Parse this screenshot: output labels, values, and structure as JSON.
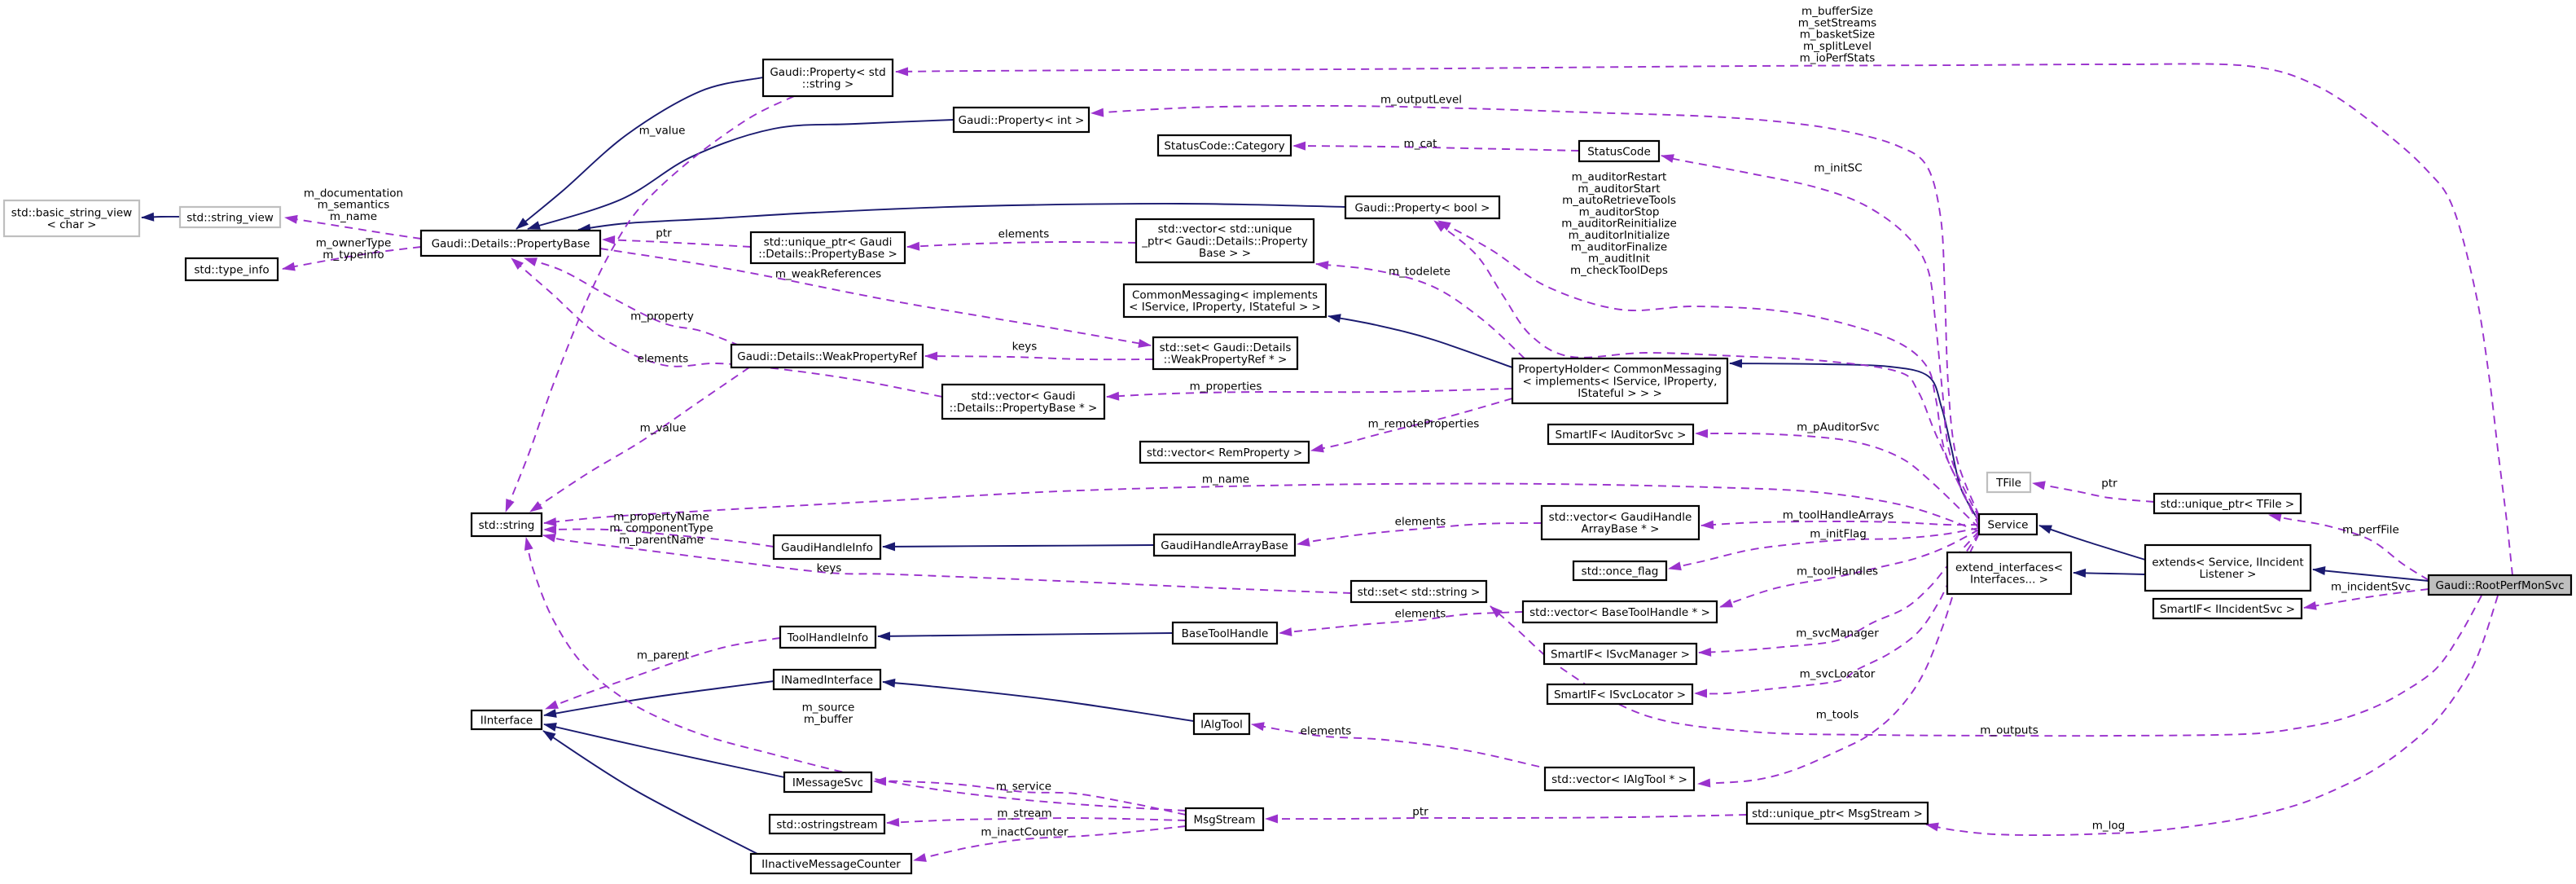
{
  "diagram": {
    "kind": "class-collaboration-graph",
    "main_class": "Gaudi::RootPerfMonSvc",
    "colors": {
      "inheritance_edge": "#1a1a70",
      "usage_edge": "#9a32cd",
      "node_border": "#000000",
      "external_node_border": "#bfbfbf",
      "main_node_fill": "#bfbfbf",
      "background": "#ffffff"
    }
  },
  "nodes": [
    {
      "id": "basic-string-view",
      "label": "std::basic_string_view < char >",
      "lines": [
        "std::basic_string_view",
        "< char >"
      ],
      "style": "external"
    },
    {
      "id": "string-view",
      "label": "std::string_view",
      "lines": [
        "std::string_view"
      ],
      "style": "external"
    },
    {
      "id": "type-info",
      "label": "std::type_info",
      "lines": [
        "std::type_info"
      ],
      "style": "class"
    },
    {
      "id": "property-base",
      "label": "Gaudi::Details::PropertyBase",
      "lines": [
        "Gaudi::Details::PropertyBase"
      ],
      "style": "class"
    },
    {
      "id": "property-string",
      "label": "Gaudi::Property< std ::string >",
      "lines": [
        "Gaudi::Property< std",
        "::string >"
      ],
      "style": "class"
    },
    {
      "id": "property-int",
      "label": "Gaudi::Property< int >",
      "lines": [
        "Gaudi::Property< int >"
      ],
      "style": "class"
    },
    {
      "id": "statuscode-category",
      "label": "StatusCode::Category",
      "lines": [
        "StatusCode::Category"
      ],
      "style": "class"
    },
    {
      "id": "statuscode",
      "label": "StatusCode",
      "lines": [
        "StatusCode"
      ],
      "style": "class"
    },
    {
      "id": "property-bool",
      "label": "Gaudi::Property< bool >",
      "lines": [
        "Gaudi::Property< bool >"
      ],
      "style": "class"
    },
    {
      "id": "unique-ptr-propertybase",
      "label": "std::unique_ptr< Gaudi ::Details::PropertyBase >",
      "lines": [
        "std::unique_ptr< Gaudi",
        "::Details::PropertyBase >"
      ],
      "style": "class"
    },
    {
      "id": "vector-unique-ptr-propertybase",
      "label": "std::vector< std::unique _ptr< Gaudi::Details::Property Base > >",
      "lines": [
        "std::vector< std::unique",
        "_ptr< Gaudi::Details::Property",
        "Base > >"
      ],
      "style": "class"
    },
    {
      "id": "common-messaging",
      "label": "CommonMessaging< implements < IService, IProperty, IStateful > >",
      "lines": [
        "CommonMessaging< implements",
        "< IService, IProperty, IStateful > >"
      ],
      "style": "class"
    },
    {
      "id": "weak-property-ref",
      "label": "Gaudi::Details::WeakPropertyRef",
      "lines": [
        "Gaudi::Details::WeakPropertyRef"
      ],
      "style": "class"
    },
    {
      "id": "set-weak-property-ref",
      "label": "std::set< Gaudi::Details ::WeakPropertyRef * >",
      "lines": [
        "std::set< Gaudi::Details",
        "::WeakPropertyRef * >"
      ],
      "style": "class"
    },
    {
      "id": "property-holder",
      "label": "PropertyHolder< CommonMessaging < implements< IService, IProperty, IStateful > > >",
      "lines": [
        "PropertyHolder< CommonMessaging",
        "< implements< IService, IProperty,",
        "IStateful > > >"
      ],
      "style": "class"
    },
    {
      "id": "vector-propertybase",
      "label": "std::vector< Gaudi ::Details::PropertyBase * >",
      "lines": [
        "std::vector< Gaudi",
        "::Details::PropertyBase * >"
      ],
      "style": "class"
    },
    {
      "id": "smartif-iauditorsvc",
      "label": "SmartIF< IAuditorSvc >",
      "lines": [
        "SmartIF< IAuditorSvc >"
      ],
      "style": "class"
    },
    {
      "id": "vector-remproperty",
      "label": "std::vector< RemProperty >",
      "lines": [
        "std::vector< RemProperty >"
      ],
      "style": "class"
    },
    {
      "id": "std-string",
      "label": "std::string",
      "lines": [
        "std::string"
      ],
      "style": "class"
    },
    {
      "id": "gaudi-handle-info",
      "label": "GaudiHandleInfo",
      "lines": [
        "GaudiHandleInfo"
      ],
      "style": "class"
    },
    {
      "id": "gaudi-handle-array-base",
      "label": "GaudiHandleArrayBase",
      "lines": [
        "GaudiHandleArrayBase"
      ],
      "style": "class"
    },
    {
      "id": "vector-gaudihandlearraybase",
      "label": "std::vector< GaudiHandle ArrayBase * >",
      "lines": [
        "std::vector< GaudiHandle",
        "ArrayBase * >"
      ],
      "style": "class"
    },
    {
      "id": "once-flag",
      "label": "std::once_flag",
      "lines": [
        "std::once_flag"
      ],
      "style": "class"
    },
    {
      "id": "set-string",
      "label": "std::set< std::string >",
      "lines": [
        "std::set< std::string >"
      ],
      "style": "class"
    },
    {
      "id": "tool-handle-info",
      "label": "ToolHandleInfo",
      "lines": [
        "ToolHandleInfo"
      ],
      "style": "class"
    },
    {
      "id": "base-tool-handle",
      "label": "BaseToolHandle",
      "lines": [
        "BaseToolHandle"
      ],
      "style": "class"
    },
    {
      "id": "vector-basetoolhandle",
      "label": "std::vector< BaseToolHandle * >",
      "lines": [
        "std::vector< BaseToolHandle * >"
      ],
      "style": "class"
    },
    {
      "id": "inamed-interface",
      "label": "INamedInterface",
      "lines": [
        "INamedInterface"
      ],
      "style": "class"
    },
    {
      "id": "iinterface",
      "label": "IInterface",
      "lines": [
        "IInterface"
      ],
      "style": "class"
    },
    {
      "id": "ialgtool",
      "label": "IAlgTool",
      "lines": [
        "IAlgTool"
      ],
      "style": "class"
    },
    {
      "id": "smartif-isvcmanager",
      "label": "SmartIF< ISvcManager >",
      "lines": [
        "SmartIF< ISvcManager >"
      ],
      "style": "class"
    },
    {
      "id": "smartif-isvclocator",
      "label": "SmartIF< ISvcLocator >",
      "lines": [
        "SmartIF< ISvcLocator >"
      ],
      "style": "class"
    },
    {
      "id": "imessagesvc",
      "label": "IMessageSvc",
      "lines": [
        "IMessageSvc"
      ],
      "style": "class"
    },
    {
      "id": "ostringstream",
      "label": "std::ostringstream",
      "lines": [
        "std::ostringstream"
      ],
      "style": "class"
    },
    {
      "id": "iinactive-message-counter",
      "label": "IInactiveMessageCounter",
      "lines": [
        "IInactiveMessageCounter"
      ],
      "style": "class"
    },
    {
      "id": "msgstream",
      "label": "MsgStream",
      "lines": [
        "MsgStream"
      ],
      "style": "class"
    },
    {
      "id": "vector-ialgtool",
      "label": "std::vector< IAlgTool * >",
      "lines": [
        "std::vector< IAlgTool * >"
      ],
      "style": "class"
    },
    {
      "id": "unique-ptr-msgstream",
      "label": "std::unique_ptr< MsgStream >",
      "lines": [
        "std::unique_ptr< MsgStream >"
      ],
      "style": "class"
    },
    {
      "id": "tfile",
      "label": "TFile",
      "lines": [
        "TFile"
      ],
      "style": "external"
    },
    {
      "id": "unique-ptr-tfile",
      "label": "std::unique_ptr< TFile >",
      "lines": [
        "std::unique_ptr< TFile >"
      ],
      "style": "class"
    },
    {
      "id": "service",
      "label": "Service",
      "lines": [
        "Service"
      ],
      "style": "class"
    },
    {
      "id": "extend-interfaces",
      "label": "extend_interfaces< Interfaces... >",
      "lines": [
        "extend_interfaces<",
        "Interfaces... >"
      ],
      "style": "class"
    },
    {
      "id": "extends-service-iincidentlistener",
      "label": "extends< Service, IIncident Listener >",
      "lines": [
        "extends< Service, IIncident",
        "Listener >"
      ],
      "style": "class"
    },
    {
      "id": "smartif-iincidentsvc",
      "label": "SmartIF< IIncidentSvc >",
      "lines": [
        "SmartIF< IIncidentSvc >"
      ],
      "style": "class"
    },
    {
      "id": "root-perf-mon-svc",
      "label": "Gaudi::RootPerfMonSvc",
      "lines": [
        "Gaudi::RootPerfMonSvc"
      ],
      "style": "highlighted"
    }
  ],
  "edges": [
    {
      "id": "stringview-to-basicstringview",
      "from": "string-view",
      "to": "basic-string-view",
      "relation": "inherits",
      "labels": []
    },
    {
      "id": "propertystring-to-propertybase",
      "from": "property-string",
      "to": "property-base",
      "relation": "inherits",
      "labels": []
    },
    {
      "id": "propertyint-to-propertybase",
      "from": "property-int",
      "to": "property-base",
      "relation": "inherits",
      "labels": []
    },
    {
      "id": "propertybool-to-propertybase",
      "from": "property-bool",
      "to": "property-base",
      "relation": "inherits",
      "labels": []
    },
    {
      "id": "propertyholder-to-commonmessaging",
      "from": "property-holder",
      "to": "common-messaging",
      "relation": "inherits",
      "labels": []
    },
    {
      "id": "service-to-propertyholder",
      "from": "service",
      "to": "property-holder",
      "relation": "inherits",
      "labels": []
    },
    {
      "id": "gaudihandlearraybase-to-gaudihandleinfo",
      "from": "gaudi-handle-array-base",
      "to": "gaudi-handle-info",
      "relation": "inherits",
      "labels": []
    },
    {
      "id": "basetoolhandle-to-toolhandleinfo",
      "from": "base-tool-handle",
      "to": "tool-handle-info",
      "relation": "inherits",
      "labels": []
    },
    {
      "id": "ialgtool-to-inamedinterface",
      "from": "ialgtool",
      "to": "inamed-interface",
      "relation": "inherits",
      "labels": []
    },
    {
      "id": "inamedinterface-to-iinterface",
      "from": "inamed-interface",
      "to": "iinterface",
      "relation": "inherits",
      "labels": []
    },
    {
      "id": "imessagesvc-to-iinterface",
      "from": "imessagesvc",
      "to": "iinterface",
      "relation": "inherits",
      "labels": []
    },
    {
      "id": "iinactivemessagecounter-to-iinterface",
      "from": "iinactive-message-counter",
      "to": "iinterface",
      "relation": "inherits",
      "labels": []
    },
    {
      "id": "extends-to-service",
      "from": "extends-service-iincidentlistener",
      "to": "service",
      "relation": "inherits",
      "labels": []
    },
    {
      "id": "extends-to-extendinterfaces",
      "from": "extends-service-iincidentlistener",
      "to": "extend-interfaces",
      "relation": "inherits",
      "labels": []
    },
    {
      "id": "rootperfmonsvc-to-extends",
      "from": "root-perf-mon-svc",
      "to": "extends-service-iincidentlistener",
      "relation": "inherits",
      "labels": []
    },
    {
      "id": "propertybase-to-stringview",
      "from": "property-base",
      "to": "string-view",
      "relation": "uses",
      "labels": [
        "m_documentation",
        "m_semantics",
        "m_name"
      ]
    },
    {
      "id": "propertybase-to-typeinfo",
      "from": "property-base",
      "to": "type-info",
      "relation": "uses",
      "labels": [
        "m_ownerType",
        "m_typeinfo"
      ]
    },
    {
      "id": "uniqueptrpb-to-propertybase",
      "from": "unique-ptr-propertybase",
      "to": "property-base",
      "relation": "uses",
      "labels": [
        "ptr"
      ]
    },
    {
      "id": "vectoruniqueptr-to-uniqueptr",
      "from": "vector-unique-ptr-propertybase",
      "to": "unique-ptr-propertybase",
      "relation": "uses",
      "labels": [
        "elements"
      ]
    },
    {
      "id": "propertystring-to-stdstring",
      "from": "property-string",
      "to": "std-string",
      "relation": "uses",
      "labels": [
        "m_value"
      ]
    },
    {
      "id": "weakpropertyref-to-propertybase",
      "from": "weak-property-ref",
      "to": "property-base",
      "relation": "uses",
      "labels": [
        "m_property"
      ]
    },
    {
      "id": "propertybase-to-setwpr",
      "from": "property-base",
      "to": "set-weak-property-ref",
      "relation": "uses",
      "labels": [
        "m_weakReferences"
      ]
    },
    {
      "id": "setwpr-to-weakpropertyref",
      "from": "set-weak-property-ref",
      "to": "weak-property-ref",
      "relation": "uses",
      "labels": [
        "keys"
      ]
    },
    {
      "id": "weakpropertyref-to-stdstring",
      "from": "weak-property-ref",
      "to": "std-string",
      "relation": "uses",
      "labels": [
        "m_value"
      ]
    },
    {
      "id": "propertyholder-to-vectorpb",
      "from": "property-holder",
      "to": "vector-propertybase",
      "relation": "uses",
      "labels": [
        "m_properties"
      ]
    },
    {
      "id": "propertyholder-to-vectoruniqueptr",
      "from": "property-holder",
      "to": "vector-unique-ptr-propertybase",
      "relation": "uses",
      "labels": [
        "m_todelete"
      ]
    },
    {
      "id": "propertyholder-to-vectorremproperty",
      "from": "property-holder",
      "to": "vector-remproperty",
      "relation": "uses",
      "labels": [
        "m_remoteProperties"
      ]
    },
    {
      "id": "statuscode-to-category",
      "from": "statuscode",
      "to": "statuscode-category",
      "relation": "uses",
      "labels": [
        "m_cat"
      ]
    },
    {
      "id": "service-to-statuscode",
      "from": "service",
      "to": "statuscode",
      "relation": "uses",
      "labels": [
        "m_initSC"
      ]
    },
    {
      "id": "service-to-propertybool",
      "from": "service",
      "to": "property-bool",
      "relation": "uses",
      "labels": [
        "m_auditorRestart",
        "m_auditorStart",
        "m_autoRetrieveTools",
        "m_auditorStop",
        "m_auditorReinitialize",
        "m_auditorInitialize",
        "m_auditorFinalize",
        "m_auditInit",
        "m_checkToolDeps"
      ]
    },
    {
      "id": "service-to-propertyint",
      "from": "service",
      "to": "property-int",
      "relation": "uses",
      "labels": [
        "m_outputLevel"
      ]
    },
    {
      "id": "rootperfmonsvc-to-propertystring",
      "from": "root-perf-mon-svc",
      "to": "property-string",
      "relation": "uses",
      "labels": [
        "m_bufferSize",
        "m_setStreams",
        "m_basketSize",
        "m_splitLevel",
        "m_ioPerfStats"
      ]
    },
    {
      "id": "service-to-smartifauditorsvc",
      "from": "service",
      "to": "smartif-iauditorsvc",
      "relation": "uses",
      "labels": [
        "m_pAuditorSvc"
      ]
    },
    {
      "id": "service-to-stdstring",
      "from": "service",
      "to": "std-string",
      "relation": "uses",
      "labels": [
        "m_name"
      ]
    },
    {
      "id": "service-to-vectorghab",
      "from": "service",
      "to": "vector-gaudihandlearraybase",
      "relation": "uses",
      "labels": [
        "m_toolHandleArrays"
      ]
    },
    {
      "id": "service-to-onceflag",
      "from": "service",
      "to": "once-flag",
      "relation": "uses",
      "labels": [
        "m_initFlag"
      ]
    },
    {
      "id": "service-to-vectorbth",
      "from": "service",
      "to": "vector-basetoolhandle",
      "relation": "uses",
      "labels": [
        "m_toolHandles"
      ]
    },
    {
      "id": "service-to-smartifsvcmanager",
      "from": "service",
      "to": "smartif-isvcmanager",
      "relation": "uses",
      "labels": [
        "m_svcManager"
      ]
    },
    {
      "id": "service-to-smartifsvclocator",
      "from": "service",
      "to": "smartif-isvclocator",
      "relation": "uses",
      "labels": [
        "m_svcLocator"
      ]
    },
    {
      "id": "service-to-vectorialgtool",
      "from": "service",
      "to": "vector-ialgtool",
      "relation": "uses",
      "labels": [
        "m_tools"
      ]
    },
    {
      "id": "uniqueptrmsgstream-to-msgstream",
      "from": "unique-ptr-msgstream",
      "to": "msgstream",
      "relation": "uses",
      "labels": [
        "ptr"
      ]
    },
    {
      "id": "msgstream-to-imessagesvc",
      "from": "msgstream",
      "to": "imessagesvc",
      "relation": "uses",
      "labels": [
        "m_service"
      ]
    },
    {
      "id": "msgstream-to-ostringstream",
      "from": "msgstream",
      "to": "ostringstream",
      "relation": "uses",
      "labels": [
        "m_stream"
      ]
    },
    {
      "id": "msgstream-to-iinactivemessagecounter",
      "from": "msgstream",
      "to": "iinactive-message-counter",
      "relation": "uses",
      "labels": [
        "m_inactCounter"
      ]
    },
    {
      "id": "msgstream-to-stdstring",
      "from": "msgstream",
      "to": "std-string",
      "relation": "uses",
      "labels": [
        "m_source",
        "m_buffer"
      ]
    },
    {
      "id": "toolhandleinfo-to-iinterface",
      "from": "tool-handle-info",
      "to": "iinterface",
      "relation": "uses",
      "labels": [
        "m_parent"
      ]
    },
    {
      "id": "gaudihandleinfo-to-stdstring",
      "from": "gaudi-handle-info",
      "to": "std-string",
      "relation": "uses",
      "labels": [
        "m_propertyName",
        "m_componentType",
        "m_parentName"
      ]
    },
    {
      "id": "setstring-to-stdstring",
      "from": "set-string",
      "to": "std-string",
      "relation": "uses",
      "labels": [
        "keys"
      ]
    },
    {
      "id": "vectorghab-to-ghab",
      "from": "vector-gaudihandlearraybase",
      "to": "gaudi-handle-array-base",
      "relation": "uses",
      "labels": [
        "elements"
      ]
    },
    {
      "id": "vectorbth-to-basetoolhandle",
      "from": "vector-basetoolhandle",
      "to": "base-tool-handle",
      "relation": "uses",
      "labels": [
        "elements"
      ]
    },
    {
      "id": "vectorialgtool-to-ialgtool",
      "from": "vector-ialgtool",
      "to": "ialgtool",
      "relation": "uses",
      "labels": [
        "elements"
      ]
    },
    {
      "id": "rootperfmonsvc-to-setstring",
      "from": "root-perf-mon-svc",
      "to": "set-string",
      "relation": "uses",
      "labels": [
        "m_outputs"
      ]
    },
    {
      "id": "rootperfmonsvc-to-uniqueptrmsgstream",
      "from": "root-perf-mon-svc",
      "to": "unique-ptr-msgstream",
      "relation": "uses",
      "labels": [
        "m_log"
      ]
    },
    {
      "id": "rootperfmonsvc-to-uniqueptrtfile",
      "from": "root-perf-mon-svc",
      "to": "unique-ptr-tfile",
      "relation": "uses",
      "labels": [
        "m_perfFile"
      ]
    },
    {
      "id": "uniqueptrtfile-to-tfile",
      "from": "unique-ptr-tfile",
      "to": "tfile",
      "relation": "uses",
      "labels": [
        "ptr"
      ]
    },
    {
      "id": "rootperfmonsvc-to-smartifiincidentsvc",
      "from": "root-perf-mon-svc",
      "to": "smartif-iincidentsvc",
      "relation": "uses",
      "labels": [
        "m_incidentSvc"
      ]
    },
    {
      "id": "vectorpb-to-propertybase",
      "from": "vector-propertybase",
      "to": "property-base",
      "relation": "uses",
      "labels": [
        "elements"
      ]
    }
  ]
}
